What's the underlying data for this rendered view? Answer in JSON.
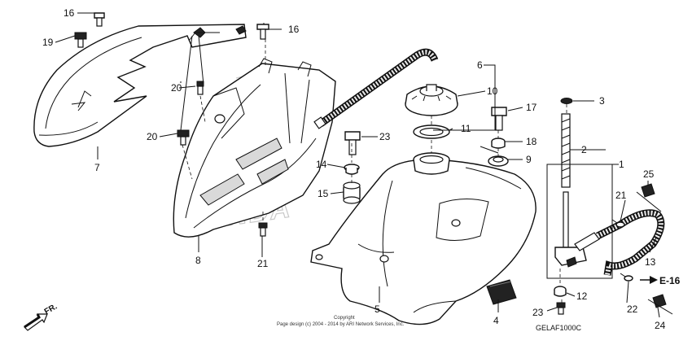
{
  "callouts": [
    {
      "id": "c1",
      "label": "1"
    },
    {
      "id": "c2",
      "label": "2"
    },
    {
      "id": "c3",
      "label": "3"
    },
    {
      "id": "c4",
      "label": "4"
    },
    {
      "id": "c5",
      "label": "5"
    },
    {
      "id": "c6",
      "label": "6"
    },
    {
      "id": "c7",
      "label": "7"
    },
    {
      "id": "c8",
      "label": "8"
    },
    {
      "id": "c9",
      "label": "9"
    },
    {
      "id": "c10",
      "label": "10"
    },
    {
      "id": "c11",
      "label": "11"
    },
    {
      "id": "c12",
      "label": "12"
    },
    {
      "id": "c13",
      "label": "13"
    },
    {
      "id": "c14",
      "label": "14"
    },
    {
      "id": "c15",
      "label": "15"
    },
    {
      "id": "c16a",
      "label": "16"
    },
    {
      "id": "c16b",
      "label": "16"
    },
    {
      "id": "c17",
      "label": "17"
    },
    {
      "id": "c18",
      "label": "18"
    },
    {
      "id": "c19a",
      "label": "19"
    },
    {
      "id": "c19b",
      "label": "19"
    },
    {
      "id": "c20a",
      "label": "20"
    },
    {
      "id": "c20b",
      "label": "20"
    },
    {
      "id": "c21a",
      "label": "21"
    },
    {
      "id": "c21b",
      "label": "21"
    },
    {
      "id": "c22",
      "label": "22"
    },
    {
      "id": "c23",
      "label": "23"
    },
    {
      "id": "c24",
      "label": "24"
    },
    {
      "id": "c25",
      "label": "25"
    }
  ],
  "reference": "E-16",
  "direction": "FR.",
  "diagram_code": "GELAF1000C",
  "watermark": "HONDA",
  "copyright_line1": "Copyright",
  "copyright_line2": "Page design (c) 2004 - 2014 by ARI Network Services, Inc."
}
